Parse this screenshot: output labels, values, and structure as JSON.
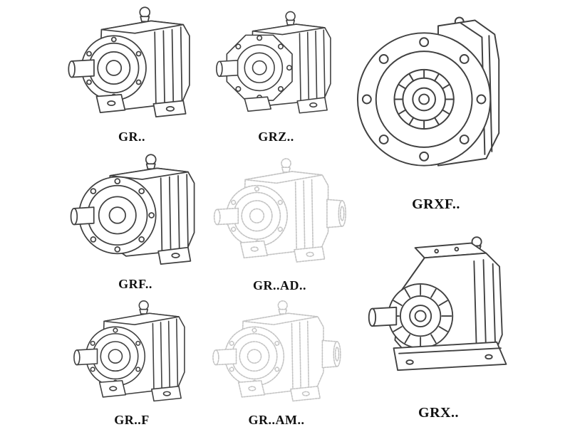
{
  "page": {
    "background_color": "#ffffff",
    "line_color": "#414141",
    "faded_line_color": "#c4c4c4",
    "label_color": "#111111"
  },
  "items": [
    {
      "label": "GR..",
      "drawing": "helical-gearmotor-foot-mounted",
      "style": "solid"
    },
    {
      "label": "GRZ..",
      "drawing": "helical-gearmotor-octagonal-flange",
      "style": "solid"
    },
    {
      "label": "GRXF..",
      "drawing": "helical-gearbox-flange-front-view",
      "style": "solid"
    },
    {
      "label": "GRF..",
      "drawing": "helical-gearmotor-round-flange",
      "style": "solid"
    },
    {
      "label": "GR..AD..",
      "drawing": "helical-gearbox-input-adapter",
      "style": "phantom"
    },
    {
      "label": "GRX..",
      "drawing": "helical-gearbox-solid-shaft",
      "style": "solid"
    },
    {
      "label": "GR..F",
      "drawing": "helical-gearmotor-foot-mounted",
      "style": "solid"
    },
    {
      "label": "GR..AM..",
      "drawing": "helical-gearbox-motor-adapter",
      "style": "phantom"
    }
  ]
}
